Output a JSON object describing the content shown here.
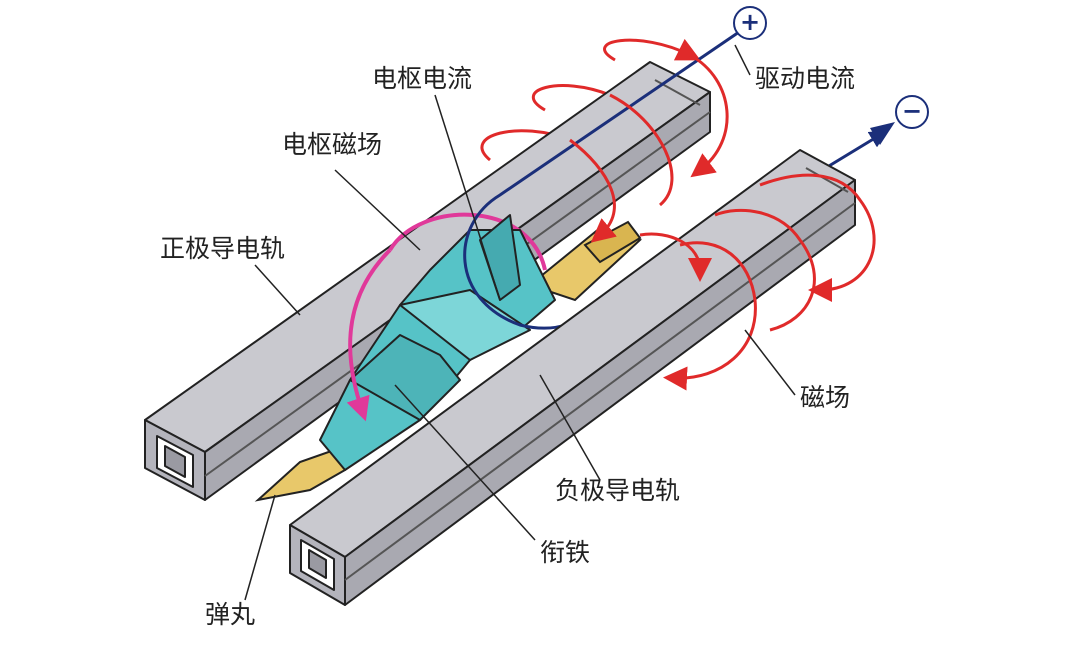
{
  "labels": {
    "armature_current": "电枢电流",
    "drive_current": "驱动电流",
    "armature_field": "电枢磁场",
    "positive_rail": "正极导电轨",
    "magnetic_field": "磁场",
    "negative_rail": "负极导电轨",
    "armature": "衔铁",
    "projectile": "弹丸"
  },
  "terminals": {
    "positive": "+",
    "negative": "−"
  },
  "colors": {
    "rail": "#c9c9cf",
    "rail_dark": "#8e8e96",
    "armature": "#56c3c7",
    "projectile": "#e8c86a",
    "current": "#1b2f7a",
    "field": "#e02a2a",
    "armature_field": "#e0399a"
  }
}
